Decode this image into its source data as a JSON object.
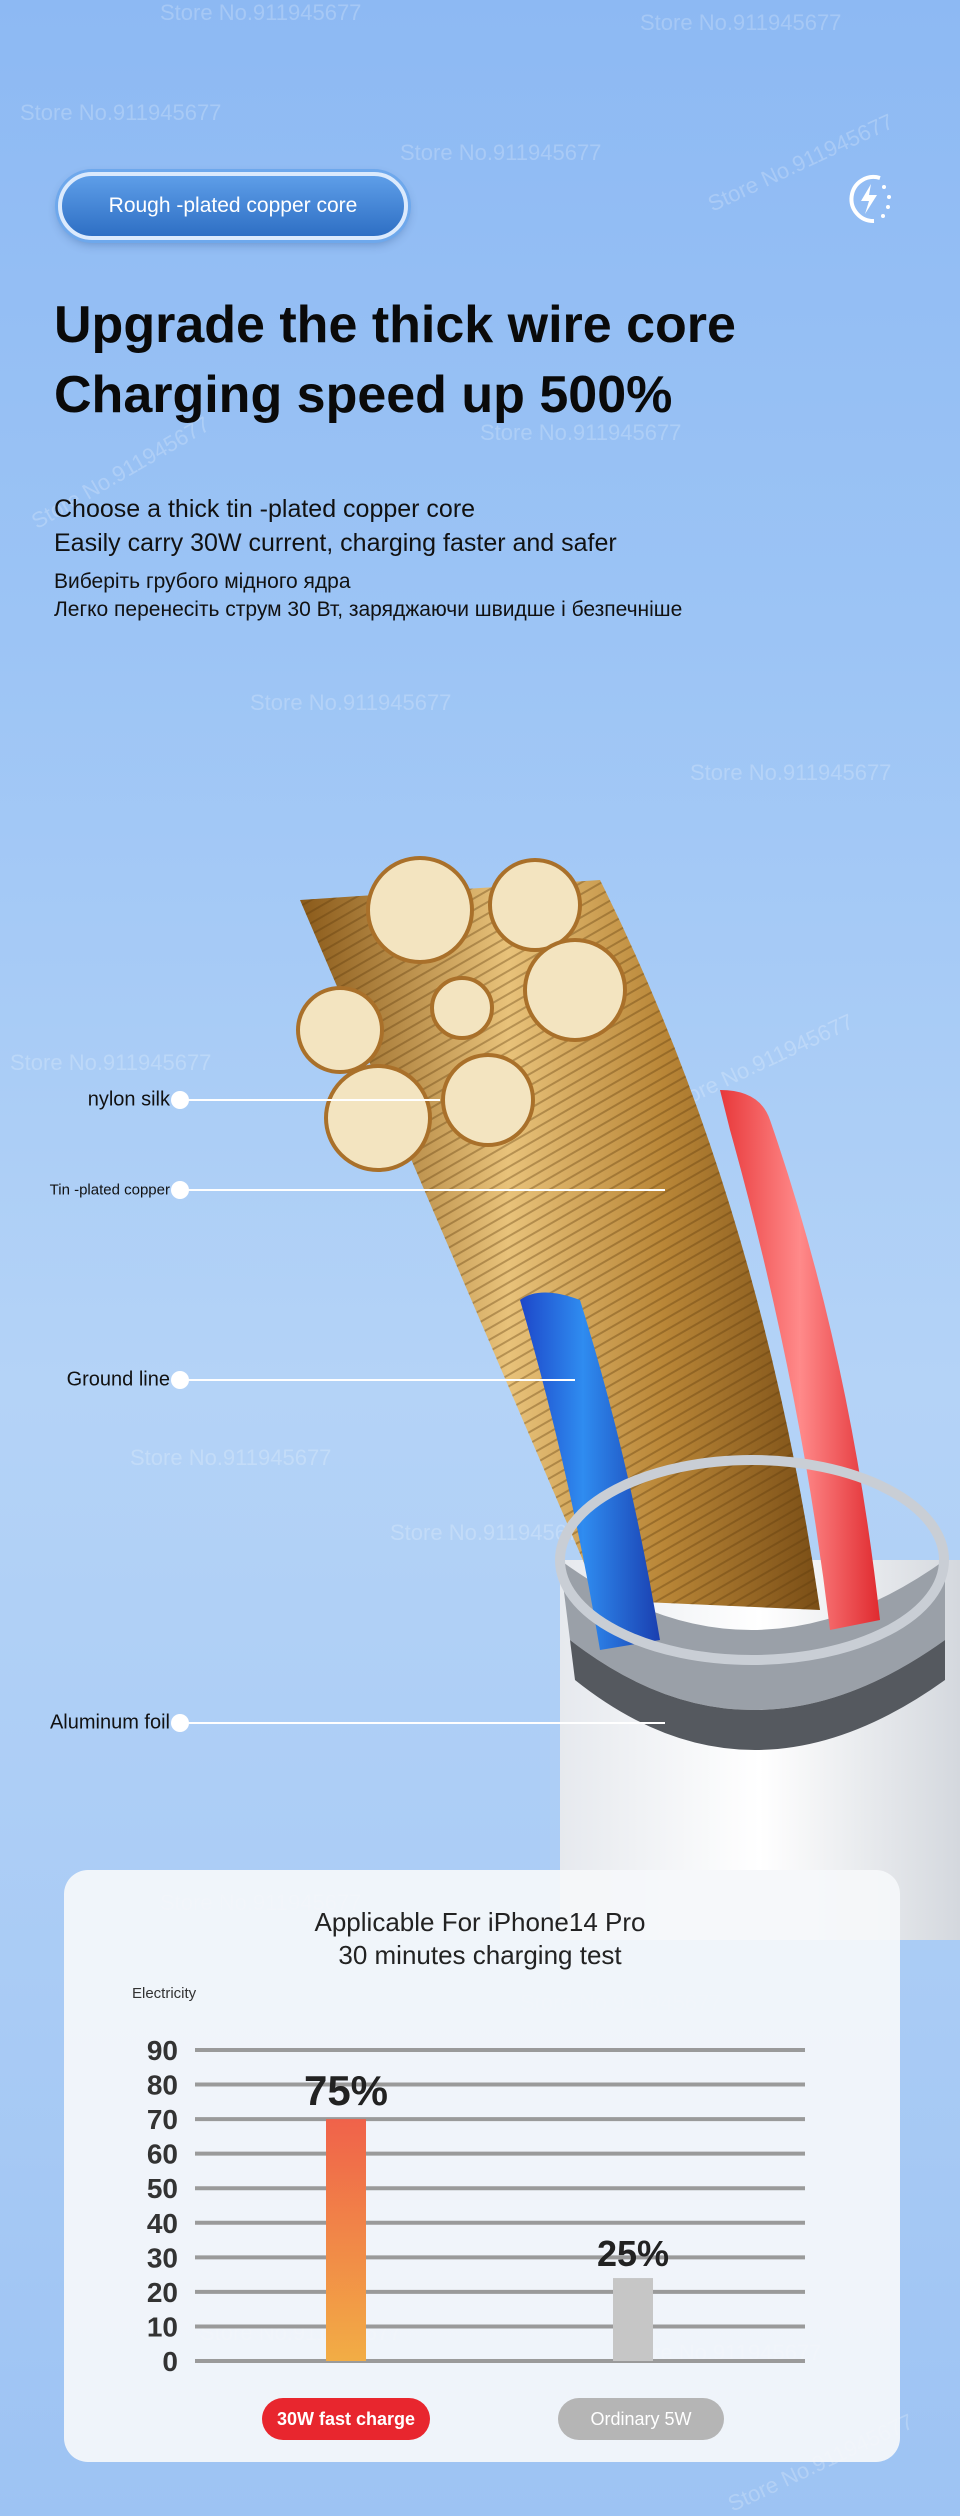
{
  "badge": {
    "label": "Rough -plated copper core",
    "icon": "fast-charge-bolt-icon"
  },
  "headline": {
    "line1": "Upgrade the thick wire core",
    "line2": "Charging speed up 500%"
  },
  "subtitle": {
    "line1": "Choose a thick tin -plated copper core",
    "line2": "Easily carry 30W current, charging faster and safer"
  },
  "subtitle_ua": {
    "line1": "Виберіть грубого мідного ядра",
    "line2": "Легко перенесіть струм 30 Вт, заряджаючи швидше і безпечніше"
  },
  "callouts": [
    "nylon silk",
    "Tin -plated copper",
    "Ground line",
    "Aluminum foil"
  ],
  "watermark": "Store No.911945677",
  "colors": {
    "fast": "#f0624a",
    "fast_bottom": "#f2ad45",
    "ordinary": "#c6c6c6",
    "fast_button": "#e8262e",
    "ordinary_button": "#b5b5b5"
  },
  "chart_data": {
    "type": "bar",
    "title": "Applicable For iPhone14 Pro",
    "subtitle": "30 minutes charging test",
    "ylabel": "Electricity",
    "ylim": [
      0,
      90
    ],
    "yticks": [
      0,
      10,
      20,
      30,
      40,
      50,
      60,
      70,
      80,
      90
    ],
    "grid": true,
    "categories": [
      "30W fast charge",
      "Ordinary 5W"
    ],
    "values": [
      70,
      24
    ],
    "data_labels": [
      "75%",
      "25%"
    ]
  }
}
